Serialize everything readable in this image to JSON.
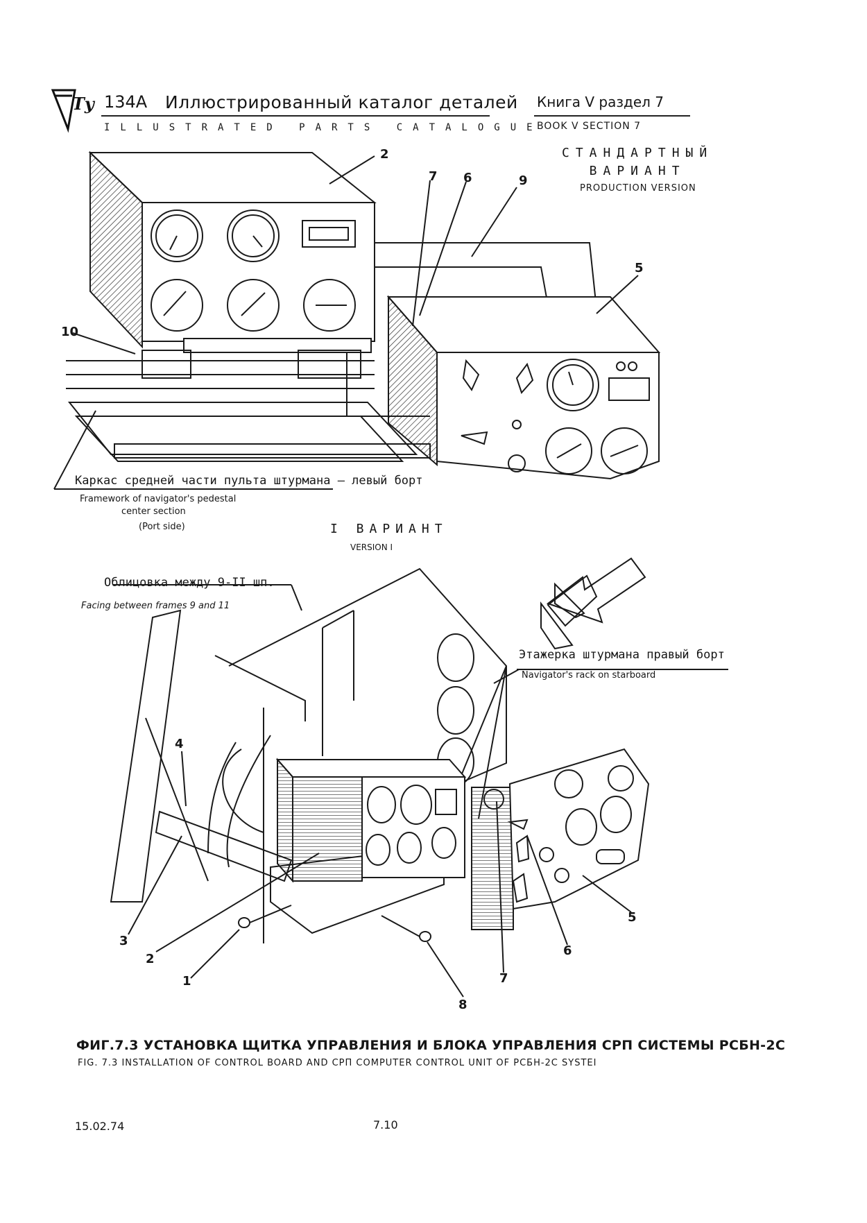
{
  "header": {
    "model": "134A",
    "title_ru": "Иллюстрированный каталог деталей",
    "title_en": "ILLUSTRATED PARTS CATALOGUE",
    "book_ru": "Книга V раздел 7",
    "book_en": "BOOK V SECTION 7"
  },
  "standard_version": {
    "ru_line1": "СТАНДАРТНЫЙ",
    "ru_line2": "ВАРИАНТ",
    "en": "PRODUCTION VERSION"
  },
  "figure_top": {
    "callouts": [
      "2",
      "7",
      "6",
      "9",
      "5",
      "10"
    ],
    "label_ru": "Каркас средней части пульта штурмана – левый борт",
    "label_en_1": "Framework of navigator's pedestal",
    "label_en_2": "center section",
    "label_en_3": "(Port side)"
  },
  "version_one": {
    "ru": "I ВАРИАНТ",
    "en": "VERSION I"
  },
  "figure_bottom": {
    "facing_ru": "Облицовка между 9-II шп.",
    "facing_en": "Facing between frames 9 and 11",
    "rack_ru": "Этажерка штурмана правый борт",
    "rack_en": "Navigator's rack on starboard",
    "callouts": [
      "4",
      "3",
      "2",
      "1",
      "8",
      "7",
      "6",
      "5"
    ]
  },
  "caption": {
    "ru": "ФИГ.7.3 УСТАНОВКА ЩИТКА УПРАВЛЕНИЯ И БЛОКА УПРАВЛЕНИЯ СРП СИСТЕМЫ РСБН-2С",
    "en": "FIG. 7.3 INSTALLATION OF CONTROL BOARD AND СРП COMPUTER CONTROL UNIT OF РСБН-2С SYSTEI"
  },
  "footer": {
    "date": "15.02.74",
    "page": "7.10"
  }
}
